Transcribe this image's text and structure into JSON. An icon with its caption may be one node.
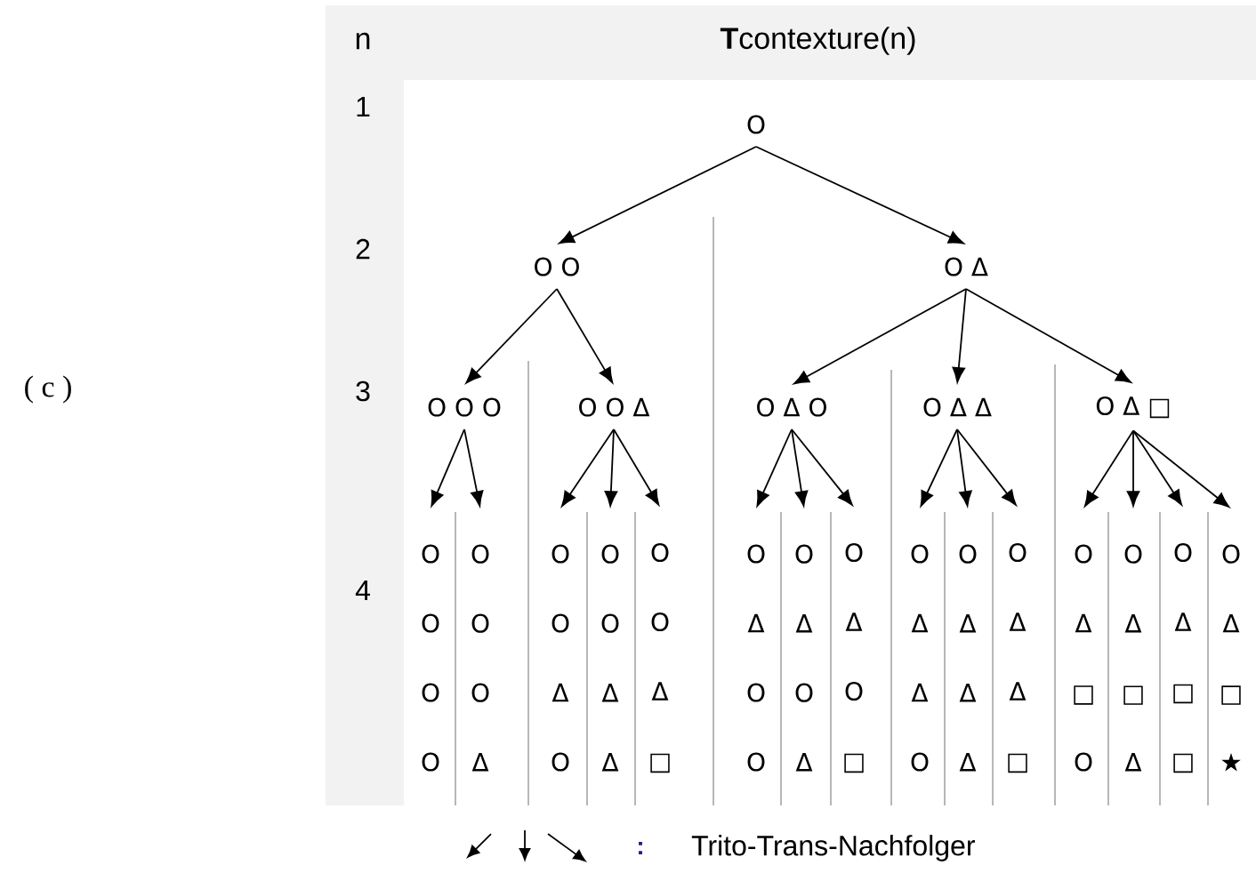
{
  "diagram": {
    "title": "**T**contexture(n)",
    "nodes": [
      {
        "text": [
          "O"
        ]
      },
      {
        "text": [
          "O O"
        ]
      },
      {
        "text": [
          "O Δ"
        ]
      },
      {
        "text": [
          "O O O"
        ]
      },
      {
        "text": [
          "O O Δ"
        ]
      },
      {
        "text": [
          "O Δ O"
        ]
      },
      {
        "text": [
          "O Δ Δ"
        ]
      },
      {
        "text": [
          "O Δ □"
        ]
      },
      {
        "text": [
          "O O O O"
        ]
      },
      {
        "text": [
          "O O O Δ"
        ]
      },
      {
        "text": [
          "O O Δ O"
        ]
      },
      {
        "text": [
          "O O Δ Δ"
        ]
      },
      {
        "text": [
          "O O Δ □"
        ]
      },
      {
        "text": [
          "O Δ O O"
        ]
      },
      {
        "text": [
          "O Δ O Δ"
        ]
      },
      {
        "text": [
          "O Δ O □"
        ]
      },
      {
        "text": [
          "O Δ Δ O"
        ]
      },
      {
        "text": [
          "O Δ Δ Δ"
        ]
      },
      {
        "text": [
          "O Δ Δ □"
        ]
      },
      {
        "text": [
          "O Δ □ O"
        ]
      },
      {
        "text": [
          "O Δ □ Δ"
        ]
      },
      {
        "text": [
          "O Δ □ □"
        ]
      },
      {
        "text": [
          "O Δ □ ★"
        ]
      }
    ],
    "edges": [
      {
        "from": 0,
        "to": 1,
        "arrow": "to"
      },
      {
        "from": 0,
        "to": 2,
        "arrow": "to"
      },
      {
        "from": 1,
        "to": 3,
        "arrow": "to"
      },
      {
        "from": 1,
        "to": 4,
        "arrow": "to"
      },
      {
        "from": 2,
        "to": 5,
        "arrow": "to"
      },
      {
        "from": 2,
        "to": 6,
        "arrow": "to"
      },
      {
        "from": 2,
        "to": 7,
        "arrow": "to"
      },
      {
        "from": 3,
        "to": 8,
        "arrow": "to"
      },
      {
        "from": 3,
        "to": 9,
        "arrow": "to"
      },
      {
        "from": 4,
        "to": 10,
        "arrow": "to"
      },
      {
        "from": 4,
        "to": 11,
        "arrow": "to"
      },
      {
        "from": 4,
        "to": 12,
        "arrow": "to"
      },
      {
        "from": 5,
        "to": 13,
        "arrow": "to"
      },
      {
        "from": 5,
        "to": 14,
        "arrow": "to"
      },
      {
        "from": 5,
        "to": 15,
        "arrow": "to"
      },
      {
        "from": 6,
        "to": 16,
        "arrow": "to"
      },
      {
        "from": 6,
        "to": 17,
        "arrow": "to"
      },
      {
        "from": 6,
        "to": 18,
        "arrow": "to"
      },
      {
        "from": 7,
        "to": 19,
        "arrow": "to"
      },
      {
        "from": 7,
        "to": 20,
        "arrow": "to"
      },
      {
        "from": 7,
        "to": 21,
        "arrow": "to"
      },
      {
        "from": 7,
        "to": 22,
        "arrow": "to"
      }
    ],
    "labels": [
      "n",
      "1",
      "2",
      "3",
      "4",
      "( c )",
      ":"
    ],
    "legend": [
      {
        "text": "Trito-Trans-Nachfolger"
      }
    ]
  }
}
